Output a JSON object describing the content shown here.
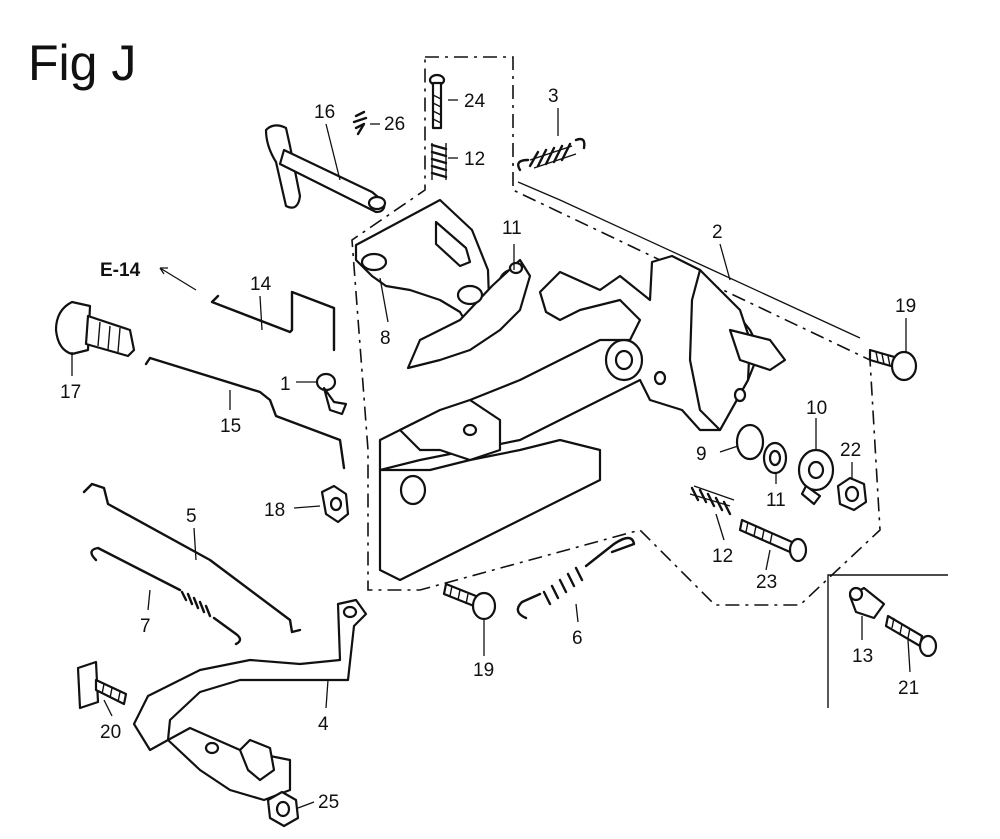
{
  "figure": {
    "title": "Fig J"
  },
  "callouts": {
    "c1": "1",
    "c2": "2",
    "c3": "3",
    "c4": "4",
    "c5": "5",
    "c6": "6",
    "c7": "7",
    "c8": "8",
    "c9": "9",
    "c10": "10",
    "c11a": "11",
    "c11b": "11",
    "c12a": "12",
    "c12b": "12",
    "c13": "13",
    "c14": "14",
    "c15": "15",
    "c16": "16",
    "c17": "17",
    "c18": "18",
    "c19a": "19",
    "c19b": "19",
    "c20": "20",
    "c21": "21",
    "c22": "22",
    "c23": "23",
    "c24": "24",
    "c25": "25",
    "c26": "26"
  },
  "reference": {
    "label": "E-14"
  }
}
